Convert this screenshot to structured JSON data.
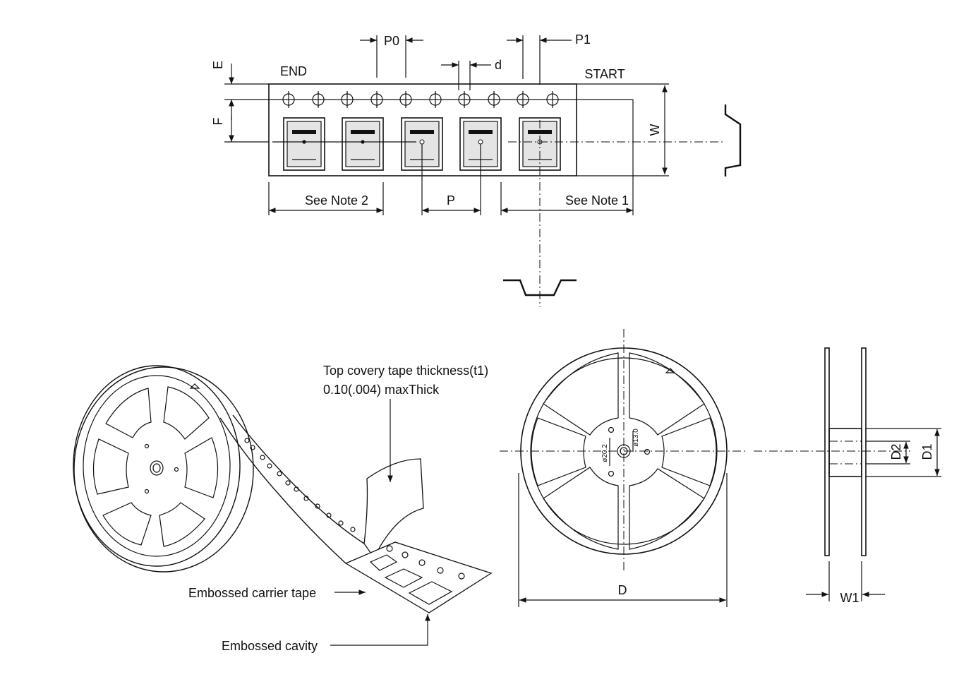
{
  "tape": {
    "end_label": "END",
    "start_label": "START",
    "p0_label": "P0",
    "p1_label": "P1",
    "d_label": "d",
    "e_label": "E",
    "f_label": "F",
    "w_label": "W",
    "p_label": "P",
    "note2_label": "See Note 2",
    "note1_label": "See Note 1"
  },
  "reel_3d": {
    "cover_tape_line1": "Top covery tape thickness(t1)",
    "cover_tape_line2": "0.10(.004) maxThick",
    "carrier_tape_label": "Embossed carrier tape",
    "cavity_label": "Embossed cavity"
  },
  "reel_front": {
    "d_label": "D",
    "hub_outer_label": "ø20.2",
    "hub_inner_label": "ø13.0"
  },
  "reel_side": {
    "d1_label": "D1",
    "d2_label": "D2",
    "w1_label": "W1"
  }
}
